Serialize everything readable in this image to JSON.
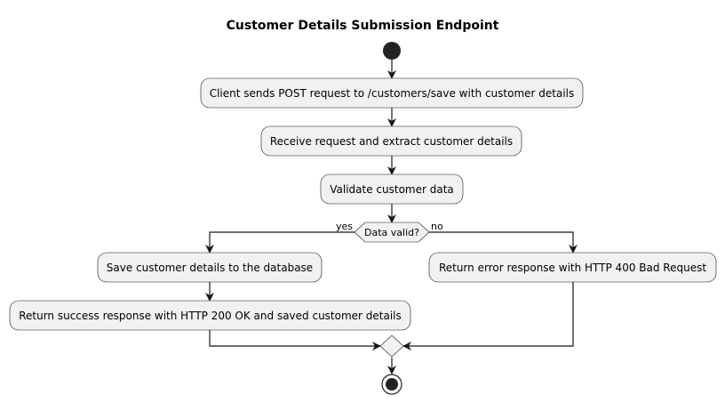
{
  "diagram": {
    "title": "Customer Details Submission Endpoint",
    "colors": {
      "node_fill": "#f1f1f1",
      "node_stroke": "#181818",
      "line": "#181818",
      "start_fill": "#222222"
    },
    "nodes": {
      "client_post": "Client sends POST request to /customers/save with customer details",
      "receive_request": "Receive request and extract customer details",
      "validate": "Validate customer data",
      "decision": "Data valid?",
      "save": "Save customer details to the database",
      "success": "Return success response with HTTP 200 OK and saved customer details",
      "error": "Return error response with HTTP 400 Bad Request"
    },
    "branches": {
      "yes": "yes",
      "no": "no"
    }
  }
}
